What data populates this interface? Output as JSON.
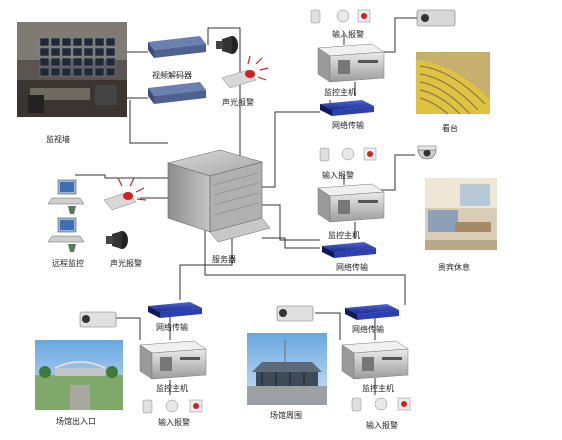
{
  "labels": {
    "monitor_wall": "监视墙",
    "video_decoder": "视频解码器",
    "sound_light_alarm_top": "声光报警",
    "remote_monitor": "远程监控",
    "sound_light_alarm_left": "声光报警",
    "server": "服务器",
    "stand": "看台",
    "vip_lounge": "贵宾休息",
    "input_alarm_stand": "输入报警",
    "host_stand": "监控主机",
    "net_stand": "网络传输",
    "input_alarm_vip": "输入报警",
    "host_vip": "监控主机",
    "net_vip": "网络传输",
    "net_entrance": "网络传输",
    "host_entrance": "监控主机",
    "venue_entrance": "场馆出入口",
    "input_alarm_entrance": "输入报警",
    "net_surround": "网络传输",
    "host_surround": "监控主机",
    "venue_surround": "场馆周围",
    "input_alarm_surround": "输入报警"
  },
  "colors": {
    "line": "#333333",
    "server_body": "#9a9a9a",
    "switch": "#2a3fb0",
    "alarm_red": "#d42020"
  }
}
